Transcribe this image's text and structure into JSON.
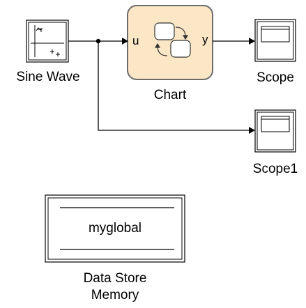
{
  "blocks": {
    "sine_wave": {
      "label": "Sine Wave"
    },
    "chart": {
      "label": "Chart",
      "input_port": "u",
      "output_port": "y"
    },
    "scope": {
      "label": "Scope"
    },
    "scope1": {
      "label": "Scope1"
    },
    "data_store": {
      "name": "myglobal",
      "label_line1": "Data Store",
      "label_line2": "Memory"
    }
  },
  "colors": {
    "chart_fill": "#fbe7c6",
    "chart_border": "#6b6b6b",
    "block_border": "#000000",
    "line": "#000000"
  }
}
